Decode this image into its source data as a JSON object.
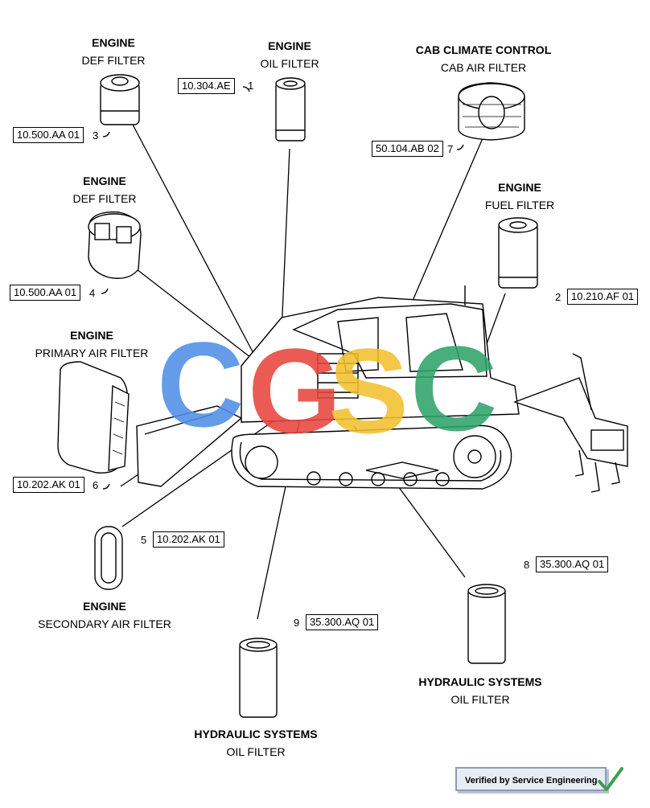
{
  "parts": [
    {
      "num": "1",
      "code": "10.304.AE",
      "system": "ENGINE",
      "name": "OIL FILTER"
    },
    {
      "num": "2",
      "code": "10.210.AF 01",
      "system": "ENGINE",
      "name": "FUEL FILTER"
    },
    {
      "num": "3",
      "code": "10.500.AA 01",
      "system": "ENGINE",
      "name": "DEF FILTER"
    },
    {
      "num": "4",
      "code": "10.500.AA 01",
      "system": "ENGINE",
      "name": "DEF FILTER"
    },
    {
      "num": "5",
      "code": "10.202.AK 01",
      "system": "ENGINE",
      "name": "SECONDARY AIR FILTER"
    },
    {
      "num": "6",
      "code": "10.202.AK 01",
      "system": "ENGINE",
      "name": "PRIMARY AIR FILTER"
    },
    {
      "num": "7",
      "code": "50.104.AB 02",
      "system": "CAB CLIMATE CONTROL",
      "name": "CAB AIR FILTER"
    },
    {
      "num": "8",
      "code": "35.300.AQ 01",
      "system": "HYDRAULIC SYSTEMS",
      "name": "OIL FILTER"
    },
    {
      "num": "9",
      "code": "35.300.AQ 01",
      "system": "HYDRAULIC SYSTEMS",
      "name": "OIL FILTER"
    }
  ],
  "watermark": {
    "letters": [
      "C",
      "G",
      "S",
      "C"
    ],
    "colors": [
      "#4f8fe6",
      "#e8453c",
      "#f2c12e",
      "#2fa36b"
    ]
  },
  "footer": {
    "verified_label": "Verified by Service Engineering",
    "check_color": "#3aa04a"
  }
}
